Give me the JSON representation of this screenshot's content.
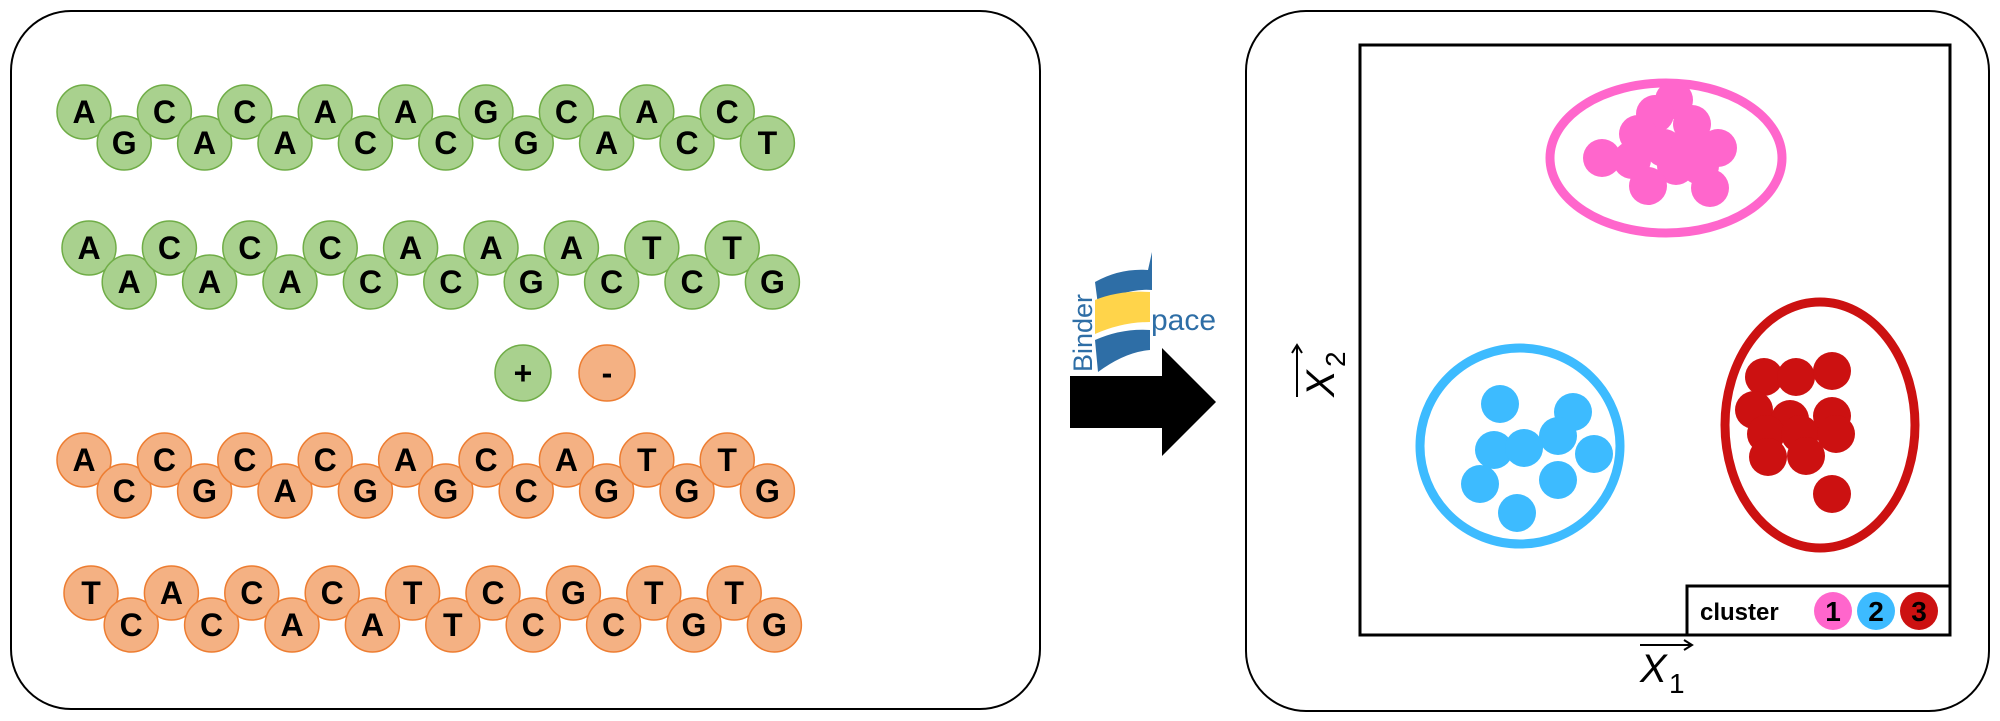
{
  "sequences": [
    {
      "bases": [
        "A",
        "G",
        "C",
        "A",
        "C",
        "A",
        "A",
        "C",
        "A",
        "C",
        "G",
        "G",
        "C",
        "A",
        "A",
        "C",
        "C",
        "T"
      ],
      "class": "positive"
    },
    {
      "bases": [
        "A",
        "A",
        "C",
        "A",
        "C",
        "A",
        "C",
        "C",
        "A",
        "C",
        "A",
        "G",
        "A",
        "C",
        "T",
        "C",
        "T",
        "G"
      ],
      "class": "positive"
    },
    {
      "bases": [
        "A",
        "C",
        "C",
        "G",
        "C",
        "A",
        "C",
        "G",
        "A",
        "G",
        "C",
        "C",
        "A",
        "G",
        "T",
        "G",
        "T",
        "G"
      ],
      "class": "negative"
    },
    {
      "bases": [
        "T",
        "C",
        "A",
        "C",
        "C",
        "A",
        "C",
        "A",
        "T",
        "T",
        "C",
        "C",
        "G",
        "C",
        "T",
        "G",
        "T",
        "G"
      ],
      "class": "negative"
    }
  ],
  "labels": {
    "positive": "+",
    "negative": "-"
  },
  "logo": {
    "word_left": "Binder",
    "word_right": "pace"
  },
  "plot": {
    "x_axis_label": "X",
    "x_axis_subscript": "1",
    "y_axis_label": "X",
    "y_axis_subscript": "2"
  },
  "legend": {
    "title": "cluster",
    "items": [
      {
        "label": "1",
        "color": "#ff66cc"
      },
      {
        "label": "2",
        "color": "#3dbbff"
      },
      {
        "label": "3",
        "color": "#cc1111"
      }
    ]
  },
  "colors": {
    "positive_fill": "#a9d18e",
    "positive_stroke": "#70ad47",
    "negative_fill": "#f4b183",
    "negative_stroke": "#ed7d31",
    "cluster1": "#ff66cc",
    "cluster2": "#3dbbff",
    "cluster3": "#cc1111",
    "logo_blue": "#2e6ea6",
    "logo_yellow": "#ffd44a"
  }
}
